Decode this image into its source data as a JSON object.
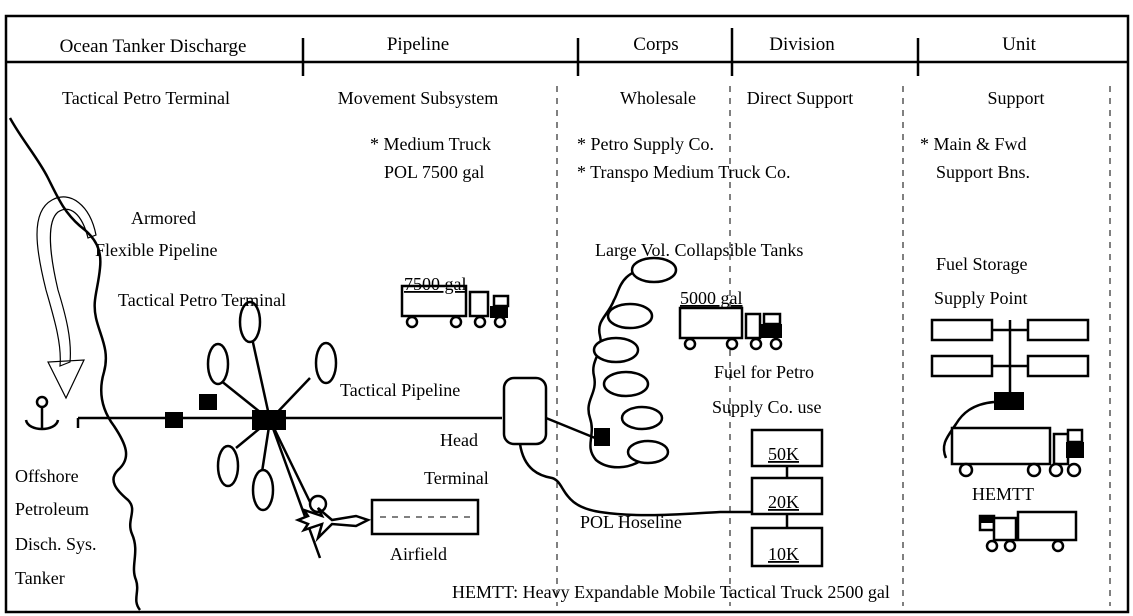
{
  "headers": {
    "ocean": "Ocean Tanker Discharge",
    "pipeline": "Pipeline",
    "corps": "Corps",
    "division": "Division",
    "unit": "Unit"
  },
  "subheaders": {
    "terminal": "Tactical Petro Terminal",
    "movement": "Movement Subsystem",
    "wholesale": "Wholesale",
    "direct": "Direct Support",
    "support": "Support"
  },
  "notes": {
    "medium_truck_1": "* Medium Truck",
    "medium_truck_2": "POL 7500 gal",
    "petro_supply": "* Petro Supply Co.",
    "transpo": "* Transpo Medium Truck Co.",
    "main_fwd_1": "* Main & Fwd",
    "main_fwd_2": "Support Bns."
  },
  "labels": {
    "armored": "Armored",
    "flexible": "Flexible  Pipeline",
    "tactical_terminal": "Tactical Petro Terminal",
    "truck_7500": "7500 gal",
    "large_vol": "Large Vol. Collapsible Tanks",
    "truck_5000": "5000 gal",
    "fuel_storage": "Fuel Storage",
    "supply_point": "Supply Point",
    "fuel_petro_1": "Fuel for Petro",
    "fuel_petro_2": "Supply Co. use",
    "tactical_pipeline": "Tactical Pipeline",
    "head": "Head",
    "terminal": "Terminal",
    "offshore": "Offshore",
    "petroleum": "Petroleum",
    "disch": "Disch. Sys.",
    "tanker": "Tanker",
    "airfield": "Airfield",
    "pol_hoseline": "POL Hoseline",
    "tank_50k": "50K",
    "tank_20k": "20K",
    "tank_10k": "10K",
    "hemtt": "HEMTT",
    "hemtt_def": "HEMTT: Heavy Expandable Mobile Tactical Truck 2500 gal"
  }
}
